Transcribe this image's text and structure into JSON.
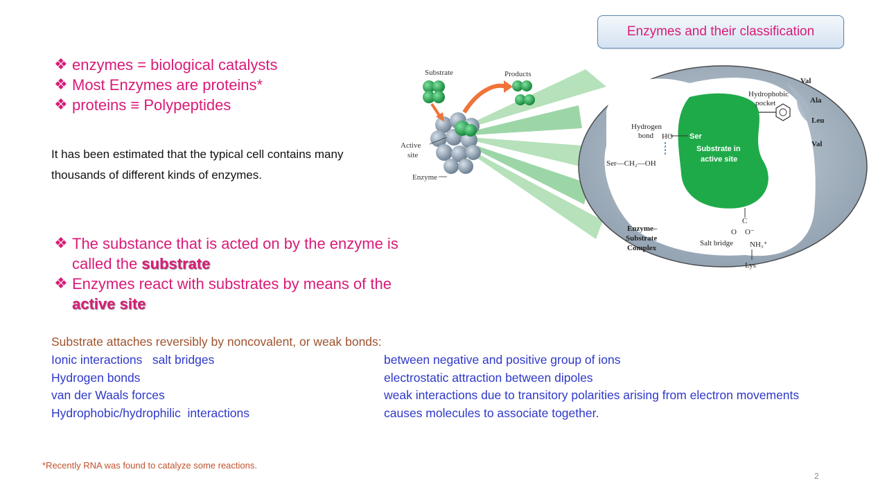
{
  "header": {
    "title": "Enzymes and their classification"
  },
  "bullets_top": [
    {
      "text": "enzymes = biological catalysts"
    },
    {
      "text": "Most Enzymes are proteins*"
    },
    {
      "text": "proteins ≡ Polypeptides"
    }
  ],
  "paragraph": "It has been estimated that the typical cell contains many thousands of different kinds of enzymes.",
  "bullets_bottom": [
    {
      "text": "The substance that is acted on by the enzyme is called the ",
      "highlight": "substrate"
    },
    {
      "text": "Enzymes react with substrates by means of the ",
      "highlight": "active site"
    }
  ],
  "bonds": {
    "intro": "Substrate attaches reversibly by noncovalent, or weak bonds:",
    "rows": [
      {
        "name": "Ionic interactions   salt bridges",
        "description": "between negative and positive group of ions"
      },
      {
        "name": "Hydrogen bonds",
        "description": "electrostatic attraction between dipoles"
      },
      {
        "name": "van der Waals forces",
        "description": "weak interactions due to transitory polarities arising from electron movements"
      },
      {
        "name": "Hydrophobic/hydrophilic  interactions",
        "description": "causes molecules to associate together."
      }
    ]
  },
  "figure": {
    "labels": {
      "substrate": "Substrate",
      "products": "Products",
      "active_site_1": "Active",
      "active_site_2": "site",
      "enzyme": "Enzyme",
      "hydrogen_bond_1": "Hydrogen",
      "hydrogen_bond_2": "bond",
      "ho": "HO",
      "ser": "Ser",
      "ser_chain": "Ser—CH₂—OH",
      "substrate_in_1": "Substrate in",
      "substrate_in_2": "active site",
      "hydrophobic_1": "Hydrophobic",
      "hydrophobic_2": "pocket",
      "val_top": "Val",
      "ala": "Ala",
      "leu": "Leu",
      "val_right": "Val",
      "complex_1": "Enzyme–",
      "complex_2": "Substrate",
      "complex_3": "Complex",
      "salt_bridge": "Salt bridge",
      "c": "C",
      "o_left": "O",
      "o_minus": "O⁻",
      "nh3": "NH₃⁺",
      "lys": "Lys"
    },
    "colors": {
      "substrate_green": "#1faa4a",
      "enzyme_gray": "#a8b6c4",
      "arrow_orange": "#f0733a"
    }
  },
  "footnote": "*Recently RNA was found to catalyze some reactions.",
  "page_number": "2"
}
